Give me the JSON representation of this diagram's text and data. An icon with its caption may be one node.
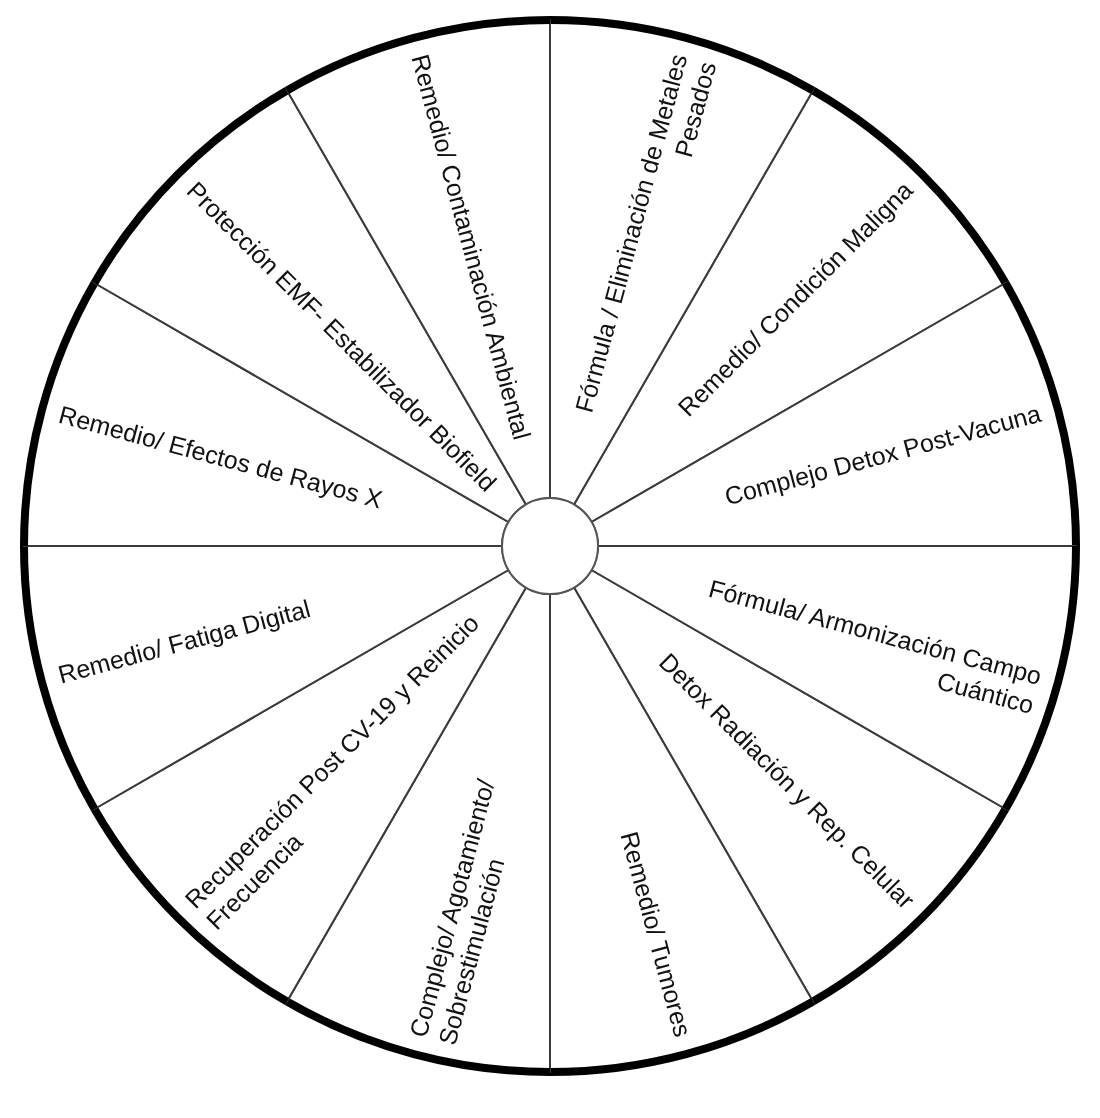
{
  "diagram": {
    "nodes": [
      {
        "text": [
          "Fórmula / Eliminación de Metales Pesados"
        ]
      },
      {
        "text": [
          "Remedio/ Condición Maligna"
        ]
      },
      {
        "text": [
          "Complejo Detox Post-Vacuna"
        ]
      },
      {
        "text": [
          "Fórmula/ Armonización Campo Cuántico"
        ]
      },
      {
        "text": [
          "Detox Radiación y Rep. Celular"
        ]
      },
      {
        "text": [
          "Remedio/ Tumores"
        ]
      },
      {
        "text": [
          "Complejo/ Agotamiento/ Sobrestimulación"
        ]
      },
      {
        "text": [
          "Recuperación Post CV-19 y Reinicio Frecuencia"
        ]
      },
      {
        "text": [
          "Remedio/ Fatiga Digital"
        ]
      },
      {
        "text": [
          "Remedio/ Efectos de Rayos X"
        ]
      },
      {
        "text": [
          "Protección EMF- Estabilizador Biofield"
        ]
      },
      {
        "text": [
          "Remedio/ Contaminación Ambiental"
        ]
      }
    ]
  }
}
